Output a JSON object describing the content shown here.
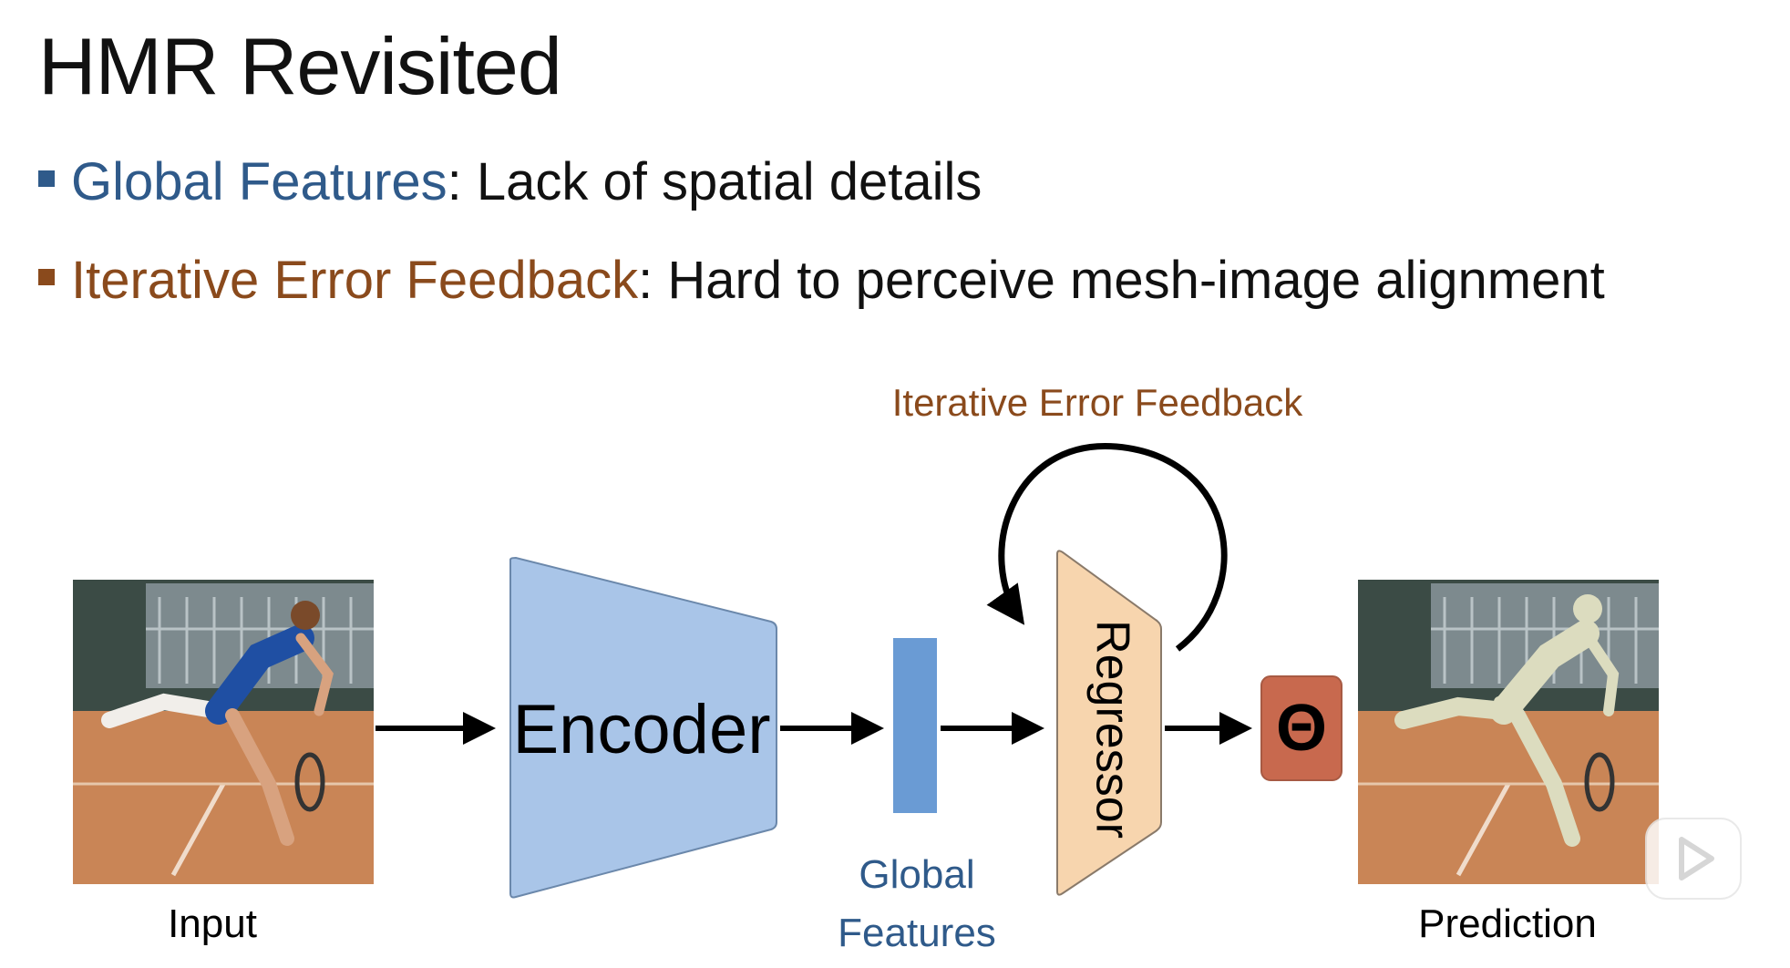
{
  "title": "HMR Revisited",
  "bullets": [
    {
      "key": "Global Features",
      "rest": ": Lack of spatial details"
    },
    {
      "key": "Iterative Error Feedback",
      "rest": ": Hard to perceive mesh-image alignment"
    }
  ],
  "diagram": {
    "feedback_label": "Iterative Error Feedback",
    "encoder_label": "Encoder",
    "regressor_label": "Regressor",
    "theta_symbol": "Θ",
    "input_label": "Input",
    "global_features_line1": "Global",
    "global_features_line2": "Features",
    "prediction_label": "Prediction"
  },
  "colors": {
    "blue_text": "#2f5a8a",
    "brown_text": "#8a4a1c",
    "encoder_fill": "#a9c5e8",
    "feature_bar": "#6a9bd4",
    "regressor_fill": "#f7d5ae",
    "theta_fill": "#c8694e"
  },
  "icons": [
    "play-icon"
  ]
}
